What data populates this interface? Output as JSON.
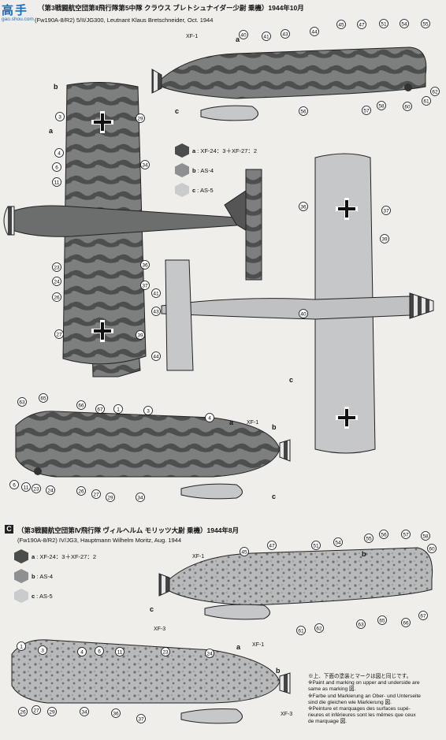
{
  "watermark": {
    "cn": "高手",
    "url": "gao.shou.com"
  },
  "section_b": {
    "title_jp": "（第3戦闘航空団第Ⅱ飛行隊第5中隊 クラウス ブレトシュナイダー少尉 乗機）1944年10月",
    "title_en": "(Fw190A-8/R2) 5/II/JG300, Leutnant Klaus Bretschneider, Oct. 1944",
    "swatches": [
      {
        "letter": "a",
        "code": "XF-24：3＋XF-27：2",
        "color": "#4b4d4c"
      },
      {
        "letter": "b",
        "code": "AS-4",
        "color": "#8d8f90"
      },
      {
        "letter": "c",
        "code": "AS-5",
        "color": "#c9cbcc"
      }
    ]
  },
  "section_c": {
    "badge": "C",
    "title_jp": "（第3戦闘航空団第Ⅳ飛行隊 ヴィルヘルム モリッツ大尉 乗機）1944年8月",
    "title_en": "(Fw190A-8/R2) IV/JG3, Hauptmann Wilhelm Moritz, Aug. 1944",
    "swatches": [
      {
        "letter": "a",
        "code": "XF-24：3＋XF-27：2",
        "color": "#4b4d4c"
      },
      {
        "letter": "b",
        "code": "AS-4",
        "color": "#8d8f90"
      },
      {
        "letter": "c",
        "code": "AS-5",
        "color": "#c9cbcc"
      }
    ]
  },
  "notes": [
    "※上、下面の塗装とマークは図と同じです。",
    "※Paint and marking on upper and underside are",
    "same as marking 図.",
    "※Farbe und Markierung an Ober- und Unterseite",
    "sind die gleichen wie Markierung 図.",
    "※Peinture et marquages des surfaces supé-",
    "rieures et inférieures sont les mêmes que ceux",
    "de marquage 図."
  ],
  "labels": {
    "xf1": "XF-1",
    "xf3": "XF-3",
    "a": "a",
    "b": "b",
    "c": "c"
  },
  "callout_numbers": [
    "3",
    "4",
    "6",
    "11",
    "23",
    "24",
    "26",
    "27",
    "29",
    "34",
    "36",
    "37",
    "39",
    "40",
    "41",
    "43",
    "44",
    "45",
    "47",
    "51",
    "54",
    "55",
    "56",
    "57",
    "58",
    "60",
    "61",
    "62",
    "63",
    "65",
    "66",
    "67",
    "1"
  ]
}
